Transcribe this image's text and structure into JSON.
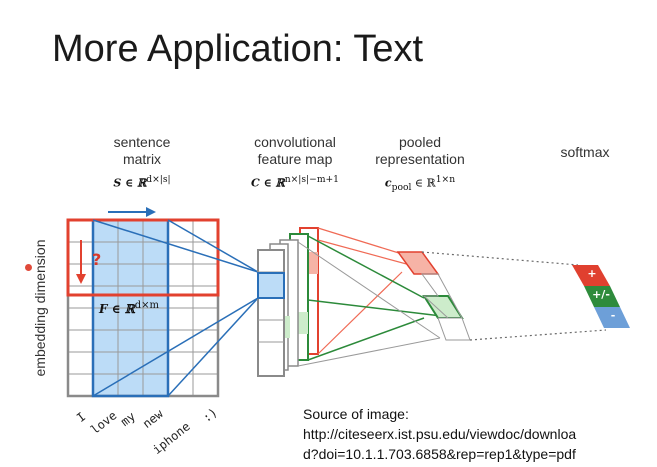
{
  "title": "More Application: Text",
  "headers": {
    "sentence": {
      "line1": "sentence",
      "line2": "matrix",
      "math": "S ∈ ℝ",
      "sup": "d×|s|"
    },
    "conv": {
      "line1": "convolutional",
      "line2": "feature map",
      "math": "C ∈ ℝ",
      "sup": "n×|s|−m+1"
    },
    "pooled": {
      "line1": "pooled",
      "line2": "representation",
      "math": "c",
      "sub": "pool",
      "math2": " ∈ ℝ",
      "sup": "1×n"
    },
    "softmax": "softmax"
  },
  "y_axis_label": "embedding dimension",
  "filter_label": {
    "math": "F ∈ ℝ",
    "sup": "d×m"
  },
  "question_mark": "?",
  "words": [
    "I",
    "love",
    "my",
    "new",
    "iphone",
    ":)"
  ],
  "softmax_labels": [
    "+",
    "+/-",
    "-"
  ],
  "source": {
    "line1": "Source of image:",
    "line2": "http://citeseerx.ist.psu.edu/viewdoc/downloa",
    "line3": "d?doi=10.1.1.703.6858&rep=rep1&type=pdf"
  },
  "colors": {
    "red": "#e2412f",
    "blue": "#2a6fb8",
    "green": "#2c8a3a",
    "light_blue": "#bcdcf7",
    "light_green": "#cdeccb",
    "light_red": "#f6b3a6",
    "grid_gray": "#8a8a8a",
    "softmax_red": "#e0402f",
    "softmax_green": "#2e8b3c",
    "softmax_blue": "#6d9fd8"
  }
}
